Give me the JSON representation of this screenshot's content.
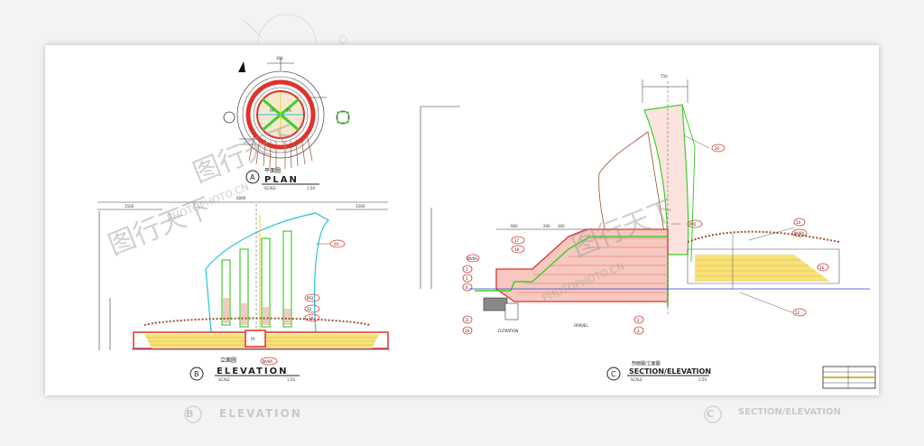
{
  "views": {
    "plan": {
      "marker": "A",
      "title_cn": "平面圖",
      "title": "PLAN",
      "scale_label": "SCALE",
      "scale_value": "1:50"
    },
    "elevation": {
      "marker": "B",
      "title_cn": "立面圖",
      "title": "ELEVATION",
      "scale_label": "SCALE",
      "scale_value": "1:50"
    },
    "section": {
      "marker": "C",
      "title_cn": "剖面圖/立面圖",
      "title": "SECTION/ELEVATION",
      "scale_label": "SCALE",
      "scale_value": "1:50"
    }
  },
  "callouts": {
    "fa": "FA",
    "pp2": "PP2",
    "nv6a": "NV6A",
    "gravel": "GRAVEL",
    "filtration": "FILTRATION",
    "n12": "12",
    "n14": "14",
    "n16": "16",
    "n1": "1",
    "n2": "2",
    "n3": "3",
    "n6": "6",
    "n10": "10",
    "n11": "11",
    "n17": "17",
    "n18": "18",
    "n20": "20"
  },
  "dimensions": {
    "plan_top": "300",
    "elev_total": "6000",
    "elev_left": "1500",
    "elev_right": "1500",
    "sec_top": "750",
    "sec_a": "900",
    "sec_b": "200",
    "sec_c": "300"
  },
  "watermark": {
    "cn": "图行天下",
    "en": "PHOTOPHOTO.CN"
  },
  "colors": {
    "red": "#e0312c",
    "green": "#3fcf2a",
    "cyan": "#27c5d8",
    "yellow": "#f2d21a",
    "brown": "#9a5030",
    "blue": "#2a3ed8"
  }
}
